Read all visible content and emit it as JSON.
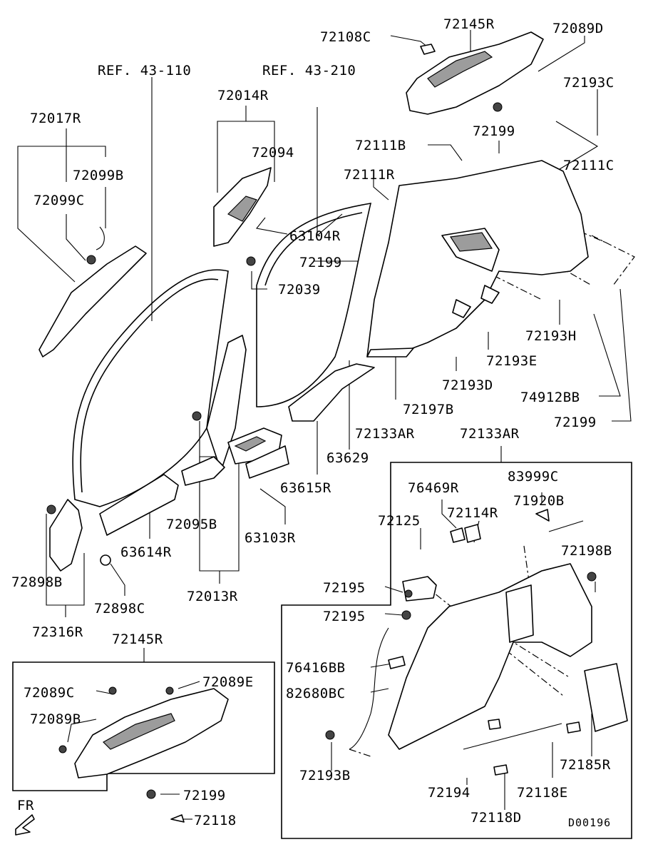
{
  "diagram_id": "D00196",
  "fr_label": "FR",
  "refs": [
    {
      "id": "ref-43-110",
      "text": "REF. 43-110"
    },
    {
      "id": "ref-43-210",
      "text": "REF. 43-210"
    }
  ],
  "part_labels": {
    "p72145R_top": "72145R",
    "p72108C": "72108C",
    "p72089D": "72089D",
    "p72193C": "72193C",
    "p72199_a": "72199",
    "p72111B": "72111B",
    "p72111C": "72111C",
    "p72111R": "72111R",
    "p72014R": "72014R",
    "p72094": "72094",
    "p72017R": "72017R",
    "p72099B": "72099B",
    "p72099C": "72099C",
    "p63104R": "63104R",
    "p72199_b": "72199",
    "p72039": "72039",
    "p72193H": "72193H",
    "p72193E": "72193E",
    "p72193D": "72193D",
    "p74912BB": "74912BB",
    "p72197B": "72197B",
    "p72199_c": "72199",
    "p72133AR_a": "72133AR",
    "p72133AR_b": "72133AR",
    "p63629": "63629",
    "p63615R": "63615R",
    "p83999C": "83999C",
    "p76469R": "76469R",
    "p71920B": "71920B",
    "p72125": "72125",
    "p72114R": "72114R",
    "p72095B": "72095B",
    "p63103R": "63103R",
    "p63614R": "63614R",
    "p72198B": "72198B",
    "p72898B": "72898B",
    "p72898C": "72898C",
    "p72013R": "72013R",
    "p72195_a": "72195",
    "p72195_b": "72195",
    "p72316R": "72316R",
    "p72145R_bottom": "72145R",
    "p76416BB": "76416BB",
    "p72089C": "72089C",
    "p72089E": "72089E",
    "p82680BC": "82680BC",
    "p72089B": "72089B",
    "p72185R": "72185R",
    "p72193B": "72193B",
    "p72194": "72194",
    "p72118E": "72118E",
    "p72199_d": "72199",
    "p72118": "72118",
    "p72118D": "72118D"
  }
}
